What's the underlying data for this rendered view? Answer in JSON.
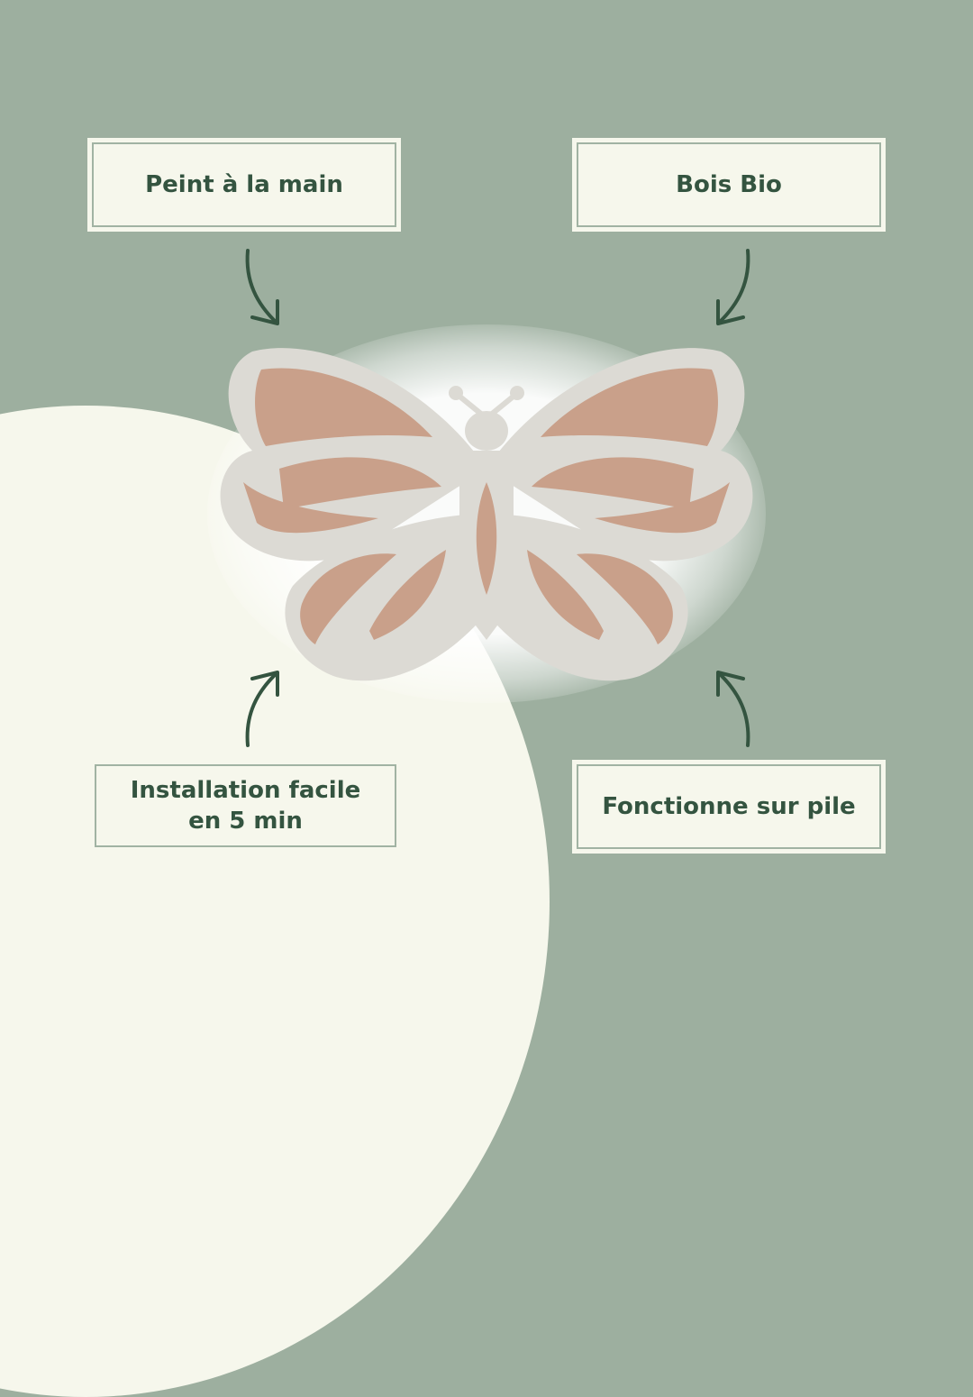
{
  "features": [
    {
      "label": "Peint à la main"
    },
    {
      "label": "Bois Bio"
    },
    {
      "label": "Installation facile\nen 5 min"
    },
    {
      "label": "Fonctionne sur pile"
    }
  ],
  "colors": {
    "background_green": "#9daf9f",
    "cream": "#f6f7ec",
    "text_dark_green": "#345440",
    "butterfly_frame": "#dcdad4",
    "butterfly_fill": "#c9a08a"
  },
  "icons": [
    "arrow-down-right-icon",
    "arrow-down-left-icon",
    "arrow-up-right-icon",
    "arrow-up-left-icon",
    "butterfly-lamp-image"
  ]
}
